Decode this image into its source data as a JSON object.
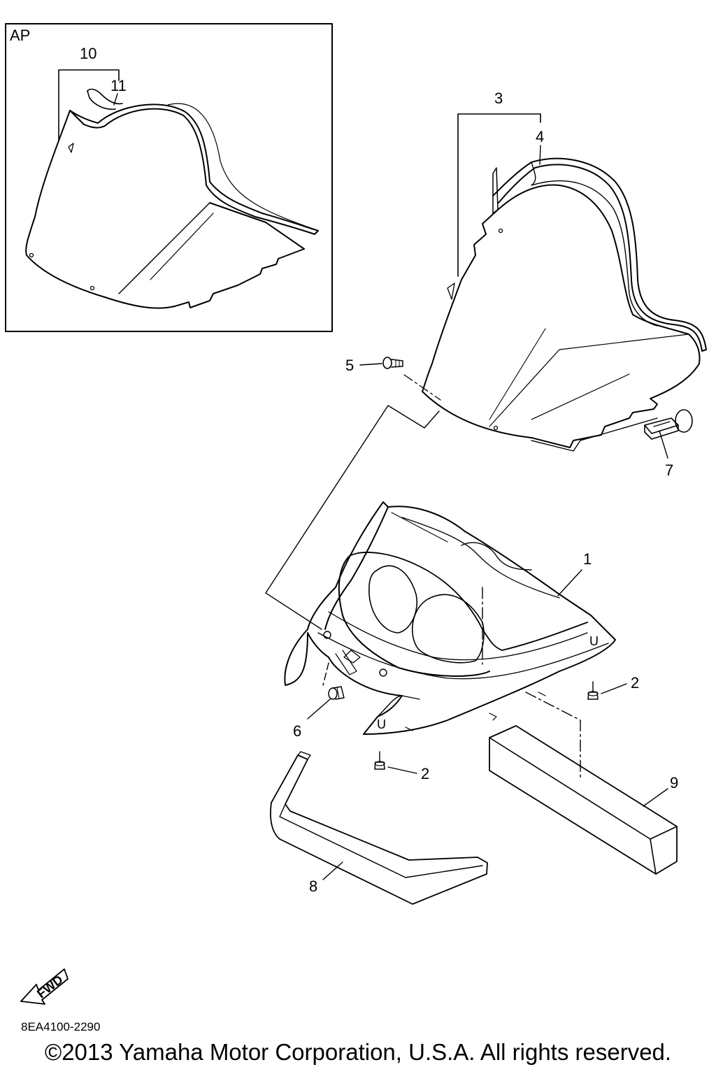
{
  "inset": {
    "label": "AP",
    "callouts": [
      "10",
      "11"
    ]
  },
  "callouts": [
    "1",
    "2",
    "2",
    "3",
    "4",
    "5",
    "6",
    "7",
    "8",
    "9"
  ],
  "fwd_label": "FWD",
  "diagram_code": "8EA4100-2290",
  "copyright": "©2013 Yamaha Motor Corporation, U.S.A. All rights reserved."
}
